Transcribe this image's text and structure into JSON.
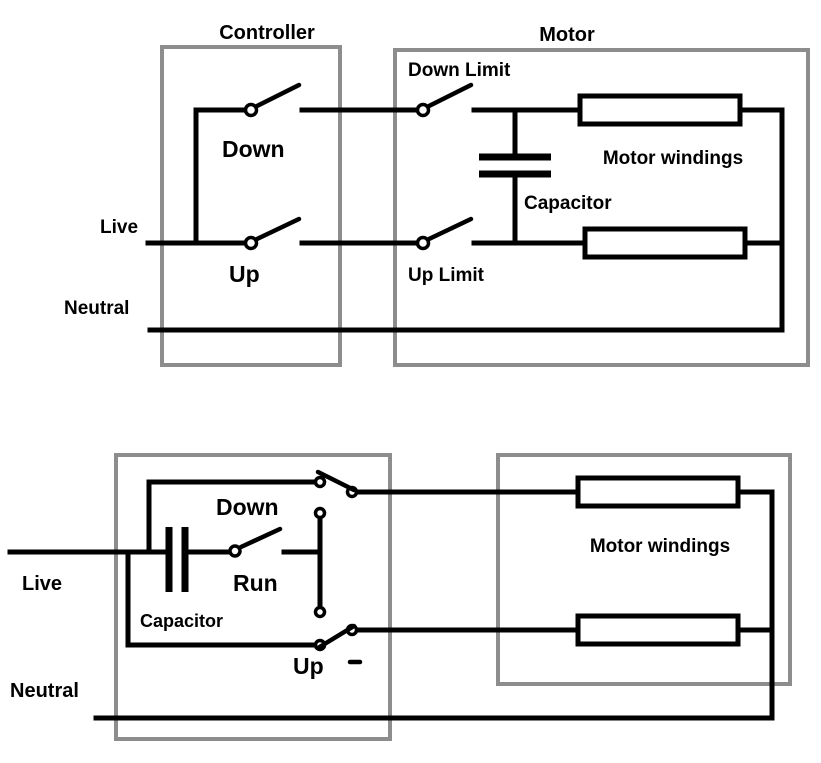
{
  "colors": {
    "wire": "#000000",
    "frame": "#8d8d8d",
    "background": "#ffffff"
  },
  "top_circuit": {
    "controller_label": "Controller",
    "motor_label": "Motor",
    "down_limit_label": "Down Limit",
    "down_label": "Down",
    "live_label": "Live",
    "up_label": "Up",
    "up_limit_label": "Up Limit",
    "capacitor_label": "Capacitor",
    "motor_windings_label": "Motor windings",
    "neutral_label": "Neutral"
  },
  "bottom_circuit": {
    "down_label": "Down",
    "live_label": "Live",
    "run_label": "Run",
    "capacitor_label": "Capacitor",
    "up_label": "Up",
    "neutral_label": "Neutral",
    "motor_windings_label": "Motor windings"
  }
}
